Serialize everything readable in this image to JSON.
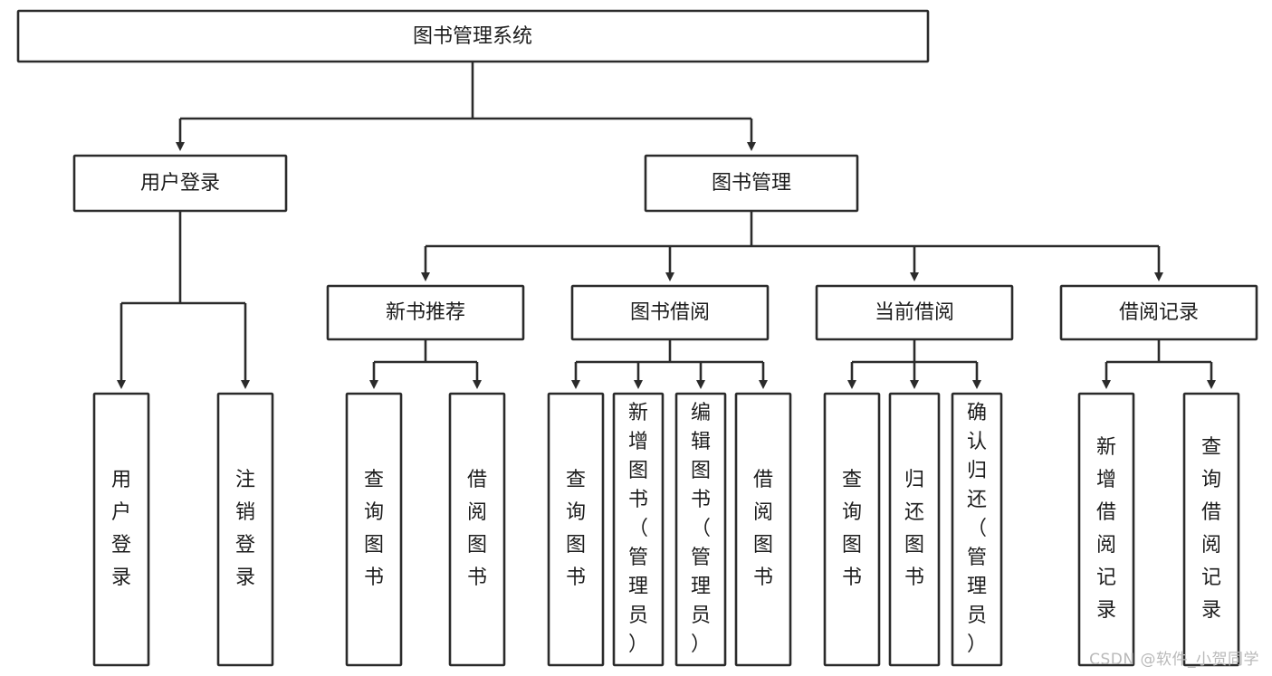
{
  "diagram": {
    "type": "tree-hierarchy",
    "title": "图书管理系统功能结构图",
    "orientation": "top-down",
    "colors": {
      "box_stroke": "#2b2b2b",
      "box_fill": "#ffffff",
      "text": "#1d1d1d",
      "connector": "#2b2b2b",
      "watermark": "#b9b9b9",
      "background": "#ffffff"
    },
    "levels": [
      {
        "level": 1,
        "nodes": [
          {
            "id": "root",
            "label": "图书管理系统",
            "orientation": "horizontal"
          }
        ]
      },
      {
        "level": 2,
        "nodes": [
          {
            "id": "login",
            "label": "用户登录",
            "parent": "root",
            "orientation": "horizontal"
          },
          {
            "id": "bookmgmt",
            "label": "图书管理",
            "parent": "root",
            "orientation": "horizontal"
          }
        ]
      },
      {
        "level": 3,
        "nodes": [
          {
            "id": "newbook",
            "label": "新书推荐",
            "parent": "bookmgmt",
            "orientation": "horizontal"
          },
          {
            "id": "borrow",
            "label": "图书借阅",
            "parent": "bookmgmt",
            "orientation": "horizontal"
          },
          {
            "id": "current",
            "label": "当前借阅",
            "parent": "bookmgmt",
            "orientation": "horizontal"
          },
          {
            "id": "records",
            "label": "借阅记录",
            "parent": "bookmgmt",
            "orientation": "horizontal"
          }
        ]
      },
      {
        "level": 4,
        "nodes": [
          {
            "id": "leaf-1",
            "label": "用户登录",
            "parent": "login",
            "orientation": "vertical"
          },
          {
            "id": "leaf-2",
            "label": "注销登录",
            "parent": "login",
            "orientation": "vertical"
          },
          {
            "id": "leaf-3",
            "label": "查询图书",
            "parent": "newbook",
            "orientation": "vertical"
          },
          {
            "id": "leaf-4",
            "label": "借阅图书",
            "parent": "newbook",
            "orientation": "vertical"
          },
          {
            "id": "leaf-5",
            "label": "查询图书",
            "parent": "borrow",
            "orientation": "vertical"
          },
          {
            "id": "leaf-6",
            "label": "新增图书（管理员）",
            "parent": "borrow",
            "orientation": "vertical"
          },
          {
            "id": "leaf-7",
            "label": "编辑图书（管理员）",
            "parent": "borrow",
            "orientation": "vertical"
          },
          {
            "id": "leaf-8",
            "label": "借阅图书",
            "parent": "borrow",
            "orientation": "vertical"
          },
          {
            "id": "leaf-9",
            "label": "查询图书",
            "parent": "current",
            "orientation": "vertical"
          },
          {
            "id": "leaf-10",
            "label": "归还图书",
            "parent": "current",
            "orientation": "vertical"
          },
          {
            "id": "leaf-11",
            "label": "确认归还（管理员）",
            "parent": "current",
            "orientation": "vertical"
          },
          {
            "id": "leaf-12",
            "label": "新增借阅记录",
            "parent": "records",
            "orientation": "vertical"
          },
          {
            "id": "leaf-13",
            "label": "查询借阅记录",
            "parent": "records",
            "orientation": "vertical"
          }
        ]
      }
    ]
  },
  "watermark": {
    "text": "CSDN @软件_小贺同学"
  }
}
